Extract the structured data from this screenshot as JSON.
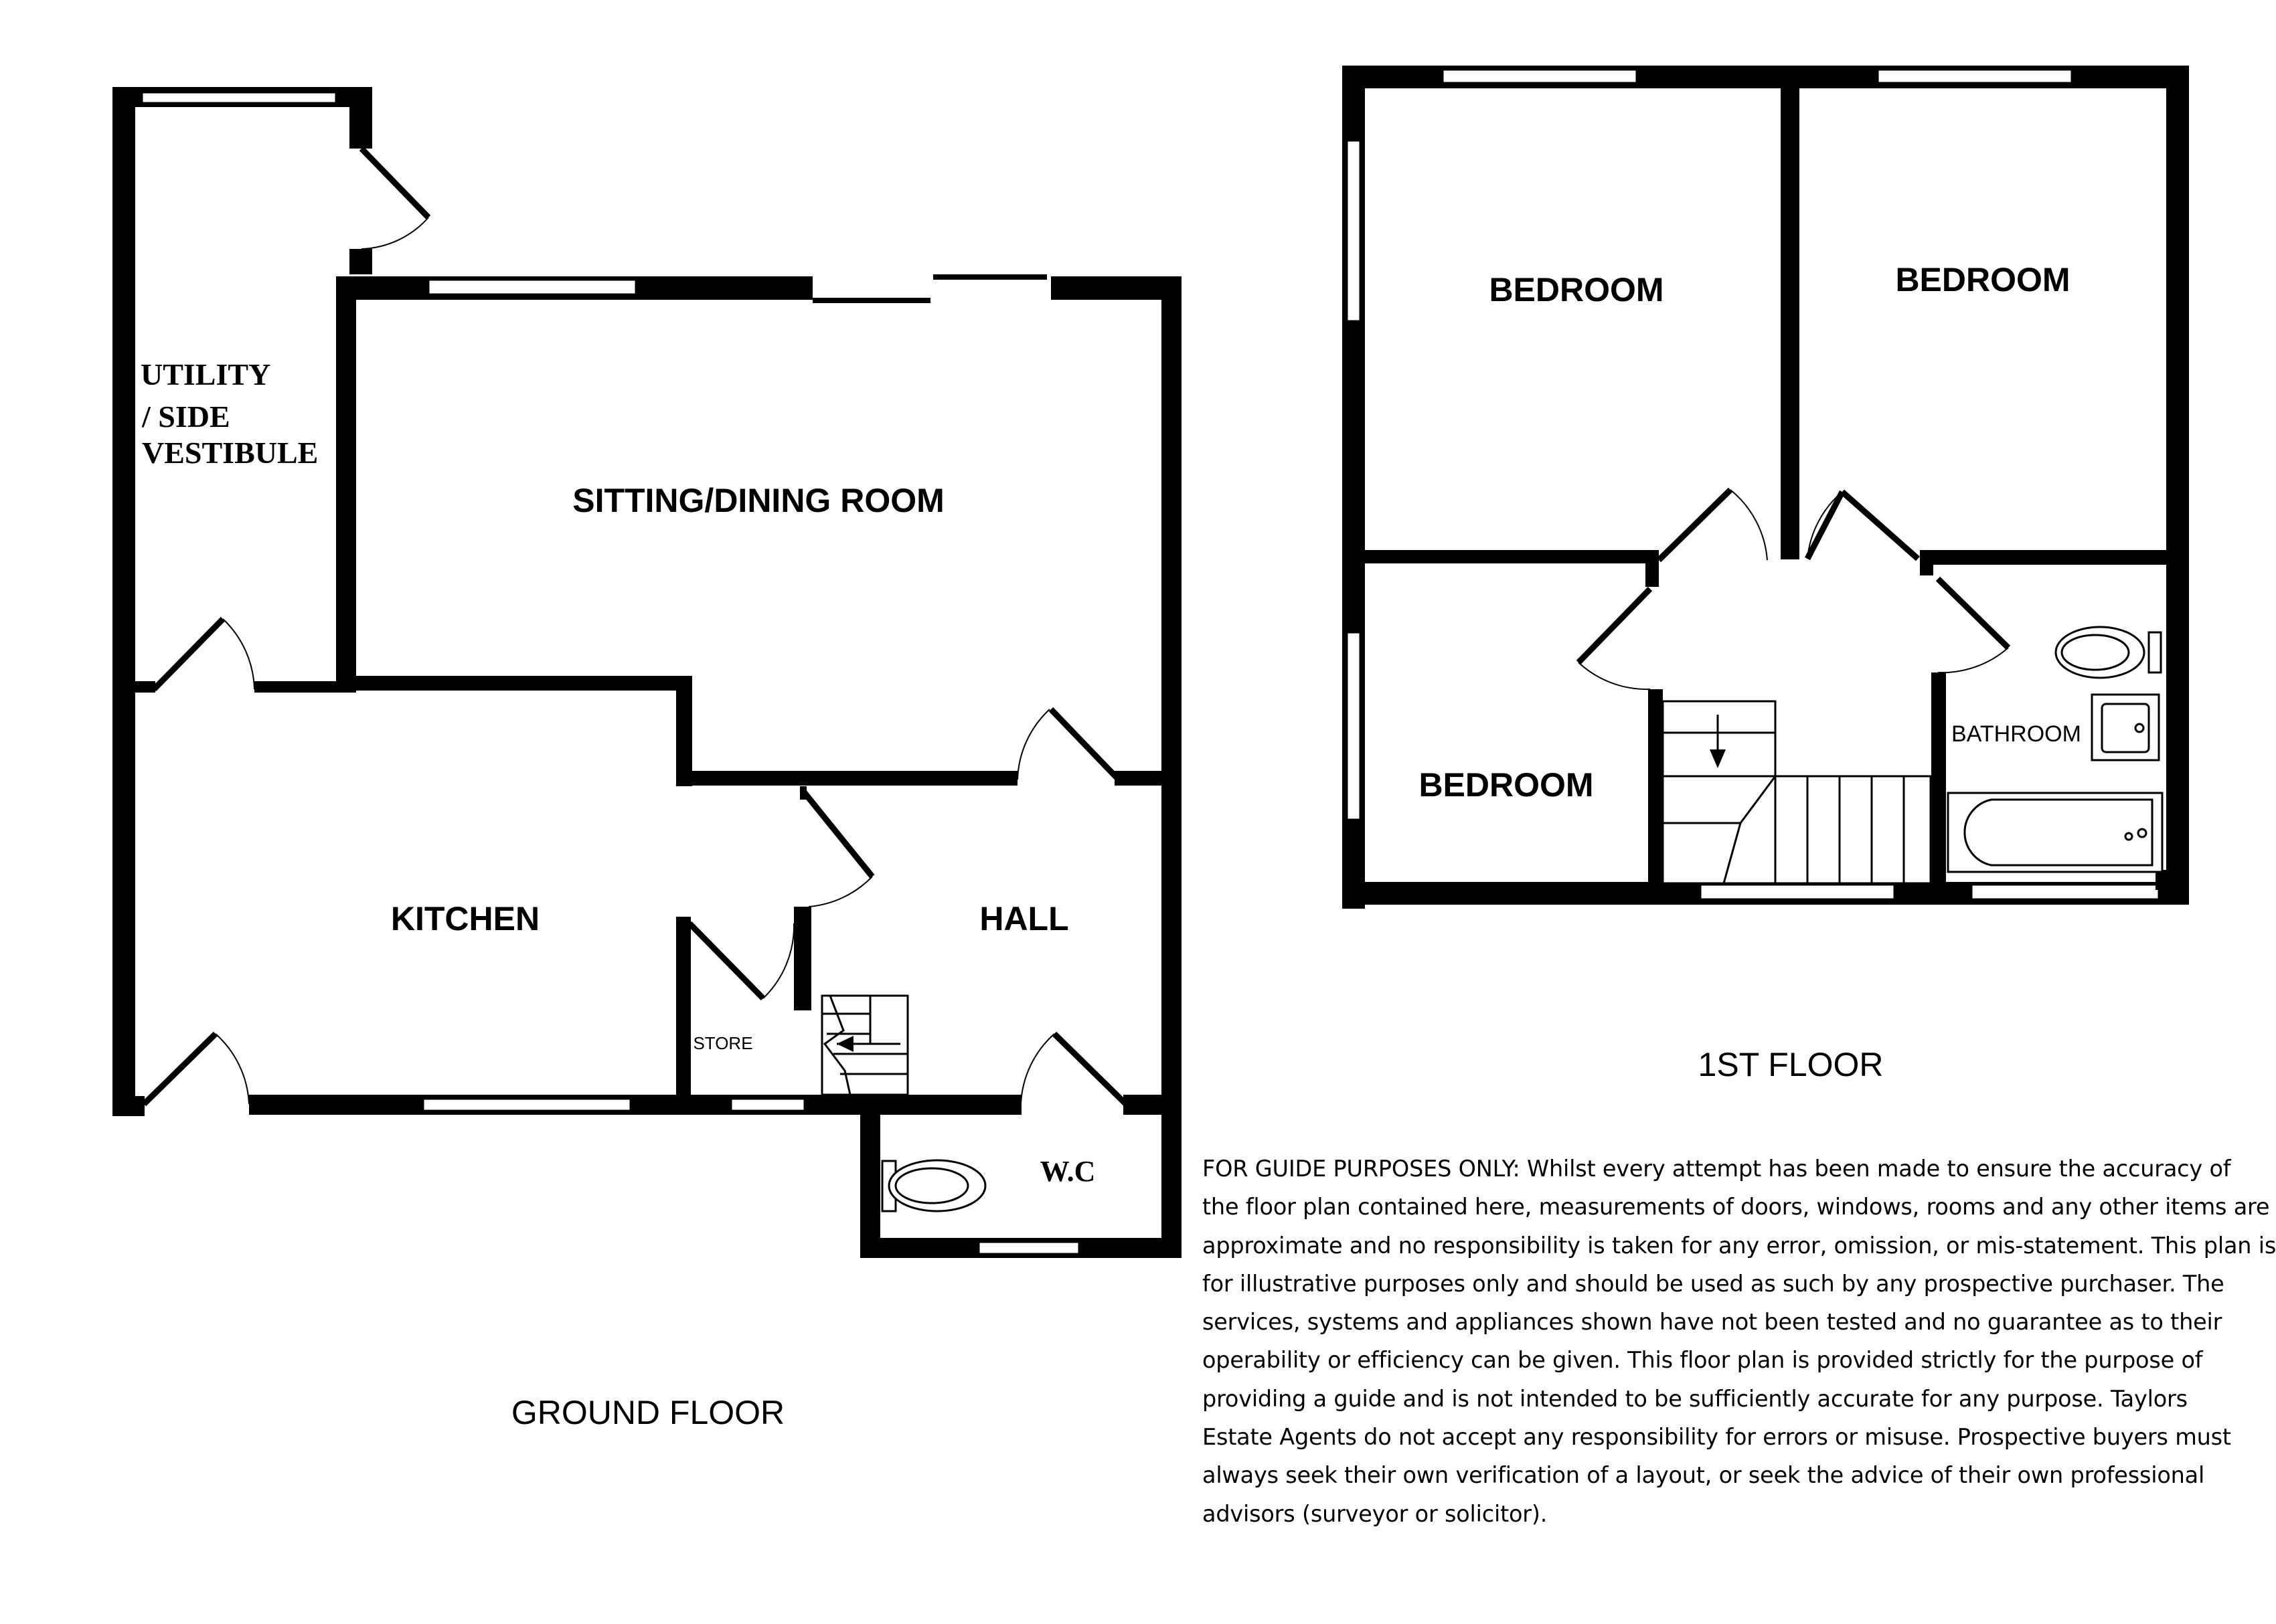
{
  "ground_floor": {
    "title": "GROUND FLOOR",
    "rooms": {
      "utility_line1": "UTILITY",
      "utility_line2": "/ SIDE",
      "utility_line3": "VESTIBULE",
      "sitting_dining": "SITTING/DINING ROOM",
      "kitchen": "KITCHEN",
      "hall": "HALL",
      "store": "STORE",
      "wc": "W.C"
    }
  },
  "first_floor": {
    "title": "1ST FLOOR",
    "rooms": {
      "bedroom_1": "BEDROOM",
      "bedroom_2": "BEDROOM",
      "bedroom_3": "BEDROOM",
      "bathroom": "BATHROOM"
    }
  },
  "disclaimer": {
    "lines": [
      "FOR GUIDE PURPOSES ONLY: Whilst every attempt has been made to ensure the accuracy of",
      "the floor plan contained here, measurements of doors, windows, rooms and any other items are",
      "approximate and no responsibility is taken for any error, omission, or mis-statement. This plan is",
      "for illustrative purposes only and should be used as such by any prospective purchaser. The",
      "services, systems and appliances shown have not been tested and no guarantee as to their",
      "operability or efficiency can be given. This floor plan is provided strictly for the purpose of",
      "providing a guide and is not intended to be sufficiently accurate for any purpose.     Taylors",
      "Estate Agents do not accept any responsibility for errors or misuse. Prospective buyers must",
      "always seek their own verification of a layout, or seek the advice of their own professional",
      "advisors (surveyor or solicitor)."
    ]
  }
}
